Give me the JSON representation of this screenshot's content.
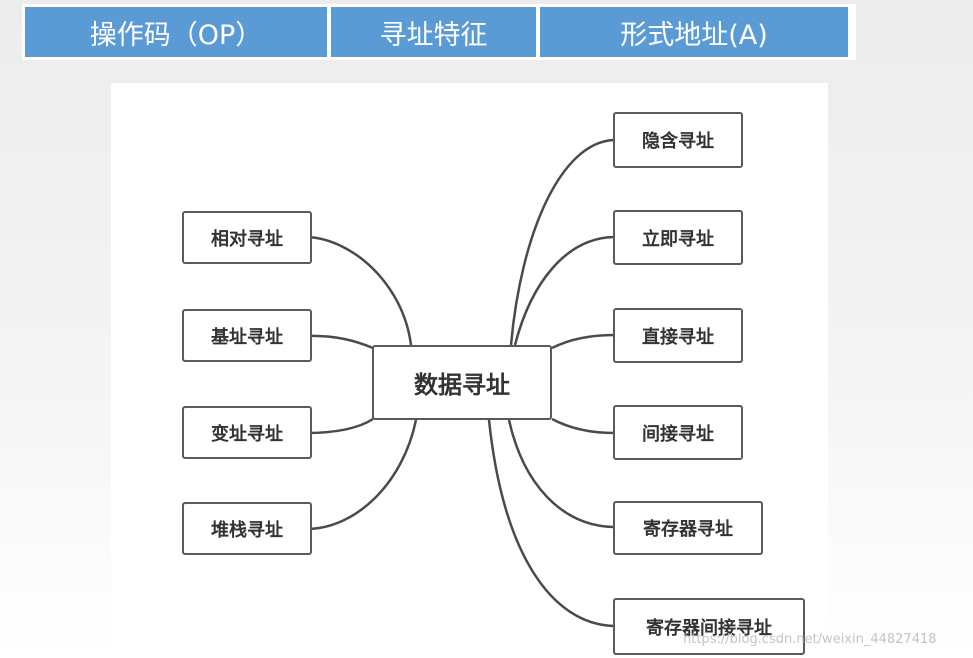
{
  "header": {
    "cells": [
      "操作码（OP）",
      "寻址特征",
      "形式地址(A)"
    ]
  },
  "mindmap": {
    "center": "数据寻址",
    "left_nodes": [
      "相对寻址",
      "基址寻址",
      "变址寻址",
      "堆栈寻址"
    ],
    "right_nodes": [
      "隐含寻址",
      "立即寻址",
      "直接寻址",
      "间接寻址",
      "寄存器寻址",
      "寄存器间接寻址"
    ]
  },
  "colors": {
    "header_fill": "#5b9bd5",
    "header_text": "#ffffff",
    "node_border": "#5a5a5a",
    "connector": "#4a4a4a"
  },
  "watermark": "https://blog.csdn.net/weixin_44827418"
}
